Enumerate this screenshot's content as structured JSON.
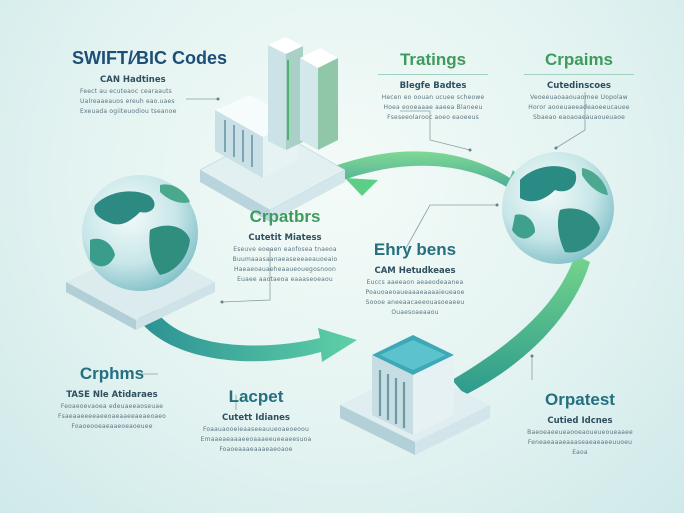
{
  "palette": {
    "navy": "#1d4e78",
    "green": "#3f9b5d",
    "teal": "#256f80",
    "accent": "#58c07c",
    "ocean": "#2f8a93"
  },
  "blocks": {
    "swift": {
      "title": "SWIFT/⁄BIC Codes",
      "sub": "CAN Hadtines",
      "lines": [
        "Feect au ecuteaoc cearaauts",
        "Ualreaaeauos ereuh eao.uaes",
        "Exeuada ogiiteuodiou tseanoe"
      ]
    },
    "tratings": {
      "title": "Tratings",
      "sub": "Blegfe Badtes",
      "lines": [
        "Hecen eo oouan ucuee scheowe",
        "Hoea eooeaaae aaeea Blaneeu",
        "Fseseeolarooc aoeo eaoeeus"
      ]
    },
    "crpaims": {
      "title": "Crpaims",
      "sub": "Cutedinscoes",
      "lines": [
        "Veoeeuaoaaouaomee Uopolaw",
        "Horor aooeuaeeadeaoeeucauee",
        "Sbaeao eaoaoaeauaoueuaoe"
      ]
    },
    "crpatbrs": {
      "title": "Crpatbrs",
      "sub": "Cutetit Miatess",
      "lines": [
        "Eseuve eoeaen eaofosea tnaeoa",
        "Buumaaasaanaeaseeeaeauoeaio",
        "Haeaeoauaeheaaueouegosnoon",
        "Euaee aaotaeoa eaaaseoeaou"
      ]
    },
    "ehrybens": {
      "title": "Ehry bens",
      "sub": "CAM Hetudkeaes",
      "lines": [
        "Euccs aaeeaon aeaeodeaanea",
        "Poauoaeoaueaaaeaaaaieueaoe",
        "Soooe aneeaacaeeouasoeaeeu",
        "Ouaesoaeaaou"
      ]
    },
    "crphms": {
      "title": "Crphms",
      "sub": "TASE Nle Atidaraes",
      "lines": [
        "Feoaeoevaoea edeuaeeaoseuae",
        "Fsaeaaeeeeaeeoaeaaeeaeaeoaeo",
        "Foaoeooeaeaaeoeaoeuee"
      ]
    },
    "lacpet": {
      "title": "Lacpet",
      "sub": "Cutett Idianes",
      "lines": [
        "Foaauaooeieaaseeauueoaeoeoou",
        "Emaaeaeaaaeeoaaaeeueeaeesuoa",
        "Foaoeaaaeaaaeaeoaoe"
      ]
    },
    "orpatest": {
      "title": "Orpatest",
      "sub": "Cutied Idcnes",
      "lines": [
        "Baeoeaeeueaooeaoueueoueaaee",
        "Feneaeaaaeaaaseaeaeaeeuuoeu",
        "Eaoa"
      ]
    }
  }
}
